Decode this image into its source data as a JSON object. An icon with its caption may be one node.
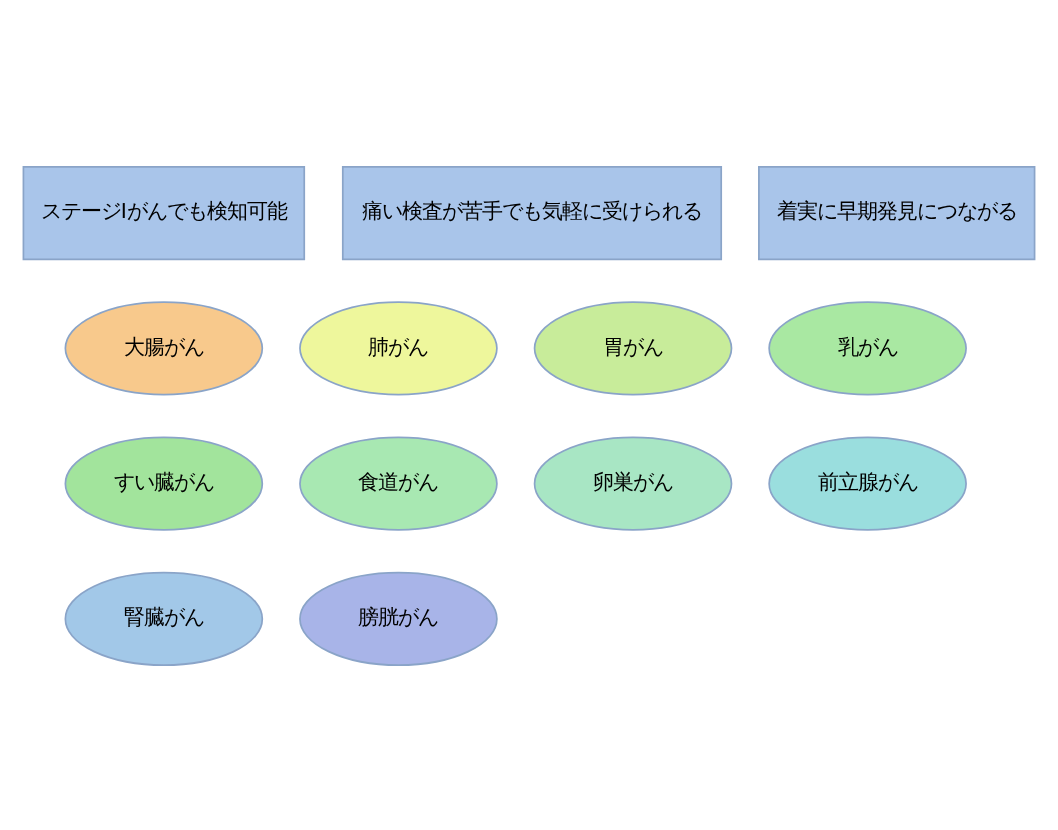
{
  "diagram": {
    "nodes": [
      {
        "text": [
          "ステージⅠがんでも検知可能"
        ]
      },
      {
        "text": [
          "痛い検査が苦手でも気軽に受けられる"
        ]
      },
      {
        "text": [
          "着実に早期発見につながる"
        ]
      },
      {
        "text": [
          "大腸がん"
        ]
      },
      {
        "text": [
          "肺がん"
        ]
      },
      {
        "text": [
          "胃がん"
        ]
      },
      {
        "text": [
          "乳がん"
        ]
      },
      {
        "text": [
          "すい臓がん"
        ]
      },
      {
        "text": [
          "食道がん"
        ]
      },
      {
        "text": [
          "卵巣がん"
        ]
      },
      {
        "text": [
          "前立腺がん"
        ]
      },
      {
        "text": [
          "腎臓がん"
        ]
      },
      {
        "text": [
          "膀胱がん"
        ]
      }
    ],
    "edges": []
  }
}
